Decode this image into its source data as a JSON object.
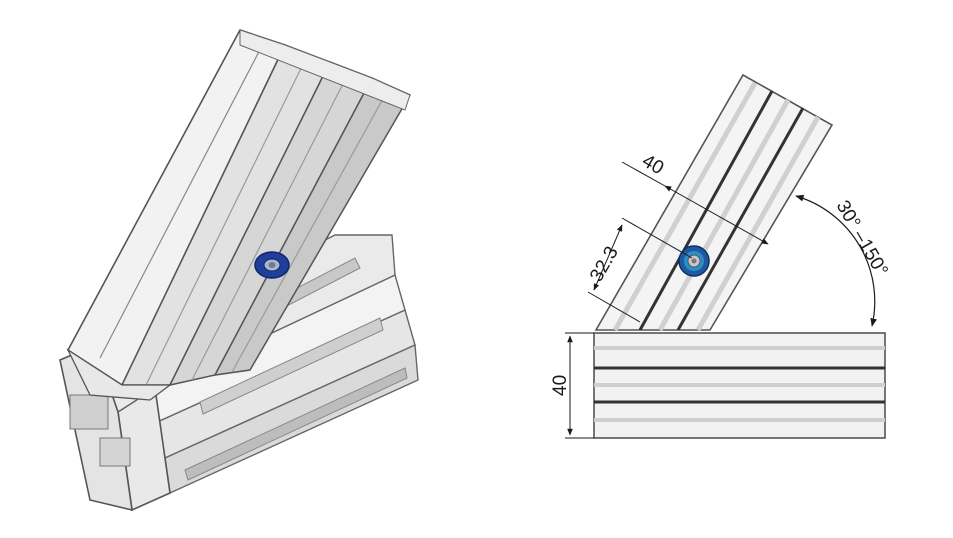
{
  "diagram": {
    "dimensions": {
      "top_profile_width": "40",
      "slot_center_offset": "32.3",
      "angle_range": "30° –150°",
      "base_profile_height": "40"
    },
    "colors": {
      "profile_light": "#eeeeee",
      "profile_mid": "#d4d4d4",
      "profile_dark": "#a8a8a8",
      "outline": "#555555",
      "fastener_blue": "#1f3f9a",
      "fastener_blue_light": "#2a8fc8"
    },
    "icons": [
      "hex-bolt-icon"
    ]
  }
}
